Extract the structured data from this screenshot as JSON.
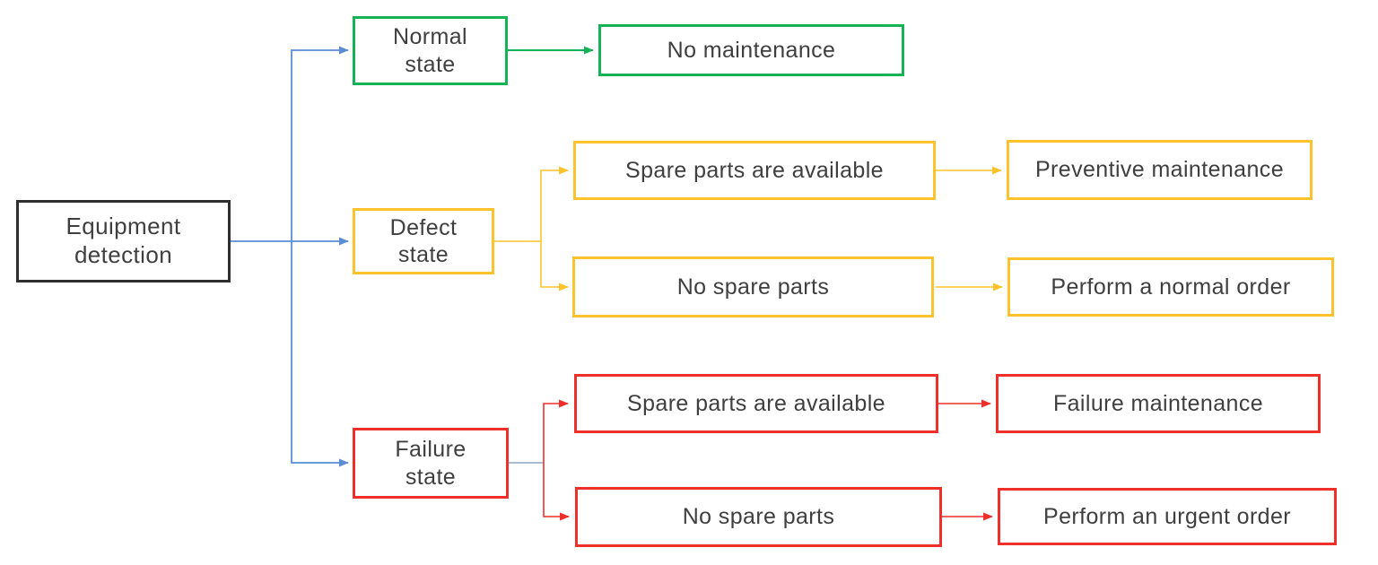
{
  "diagram": {
    "colors": {
      "black": "#2e2e2e",
      "green": "#16b257",
      "yellow": "#fcc32c",
      "red": "#ee2f2a",
      "blue": "#5b8dd6",
      "gray_blue": "#8ea6c4",
      "text": "#3f3f3f",
      "background": "#ffffff"
    },
    "nodes": {
      "equipment": {
        "label": "Equipment\ndetection",
        "color": "#2e2e2e"
      },
      "normal": {
        "label": "Normal\nstate",
        "color": "#16b257"
      },
      "no_maintenance": {
        "label": "No maintenance",
        "color": "#16b257"
      },
      "defect": {
        "label": "Defect\nstate",
        "color": "#fcc32c"
      },
      "defect_spare": {
        "label": "Spare parts are available",
        "color": "#fcc32c"
      },
      "preventive": {
        "label": "Preventive maintenance",
        "color": "#fcc32c"
      },
      "defect_nospare": {
        "label": "No spare parts",
        "color": "#fcc32c"
      },
      "normal_order": {
        "label": "Perform a normal order",
        "color": "#fcc32c"
      },
      "failure": {
        "label": "Failure\nstate",
        "color": "#ee2f2a"
      },
      "failure_spare": {
        "label": "Spare parts are available",
        "color": "#ee2f2a"
      },
      "failure_maintenance": {
        "label": "Failure maintenance",
        "color": "#ee2f2a"
      },
      "failure_nospare": {
        "label": "No spare parts",
        "color": "#ee2f2a"
      },
      "urgent_order": {
        "label": "Perform an urgent order",
        "color": "#ee2f2a"
      }
    },
    "edges": [
      {
        "from": "Equipment detection",
        "to": "Normal state"
      },
      {
        "from": "Equipment detection",
        "to": "Defect state"
      },
      {
        "from": "Equipment detection",
        "to": "Failure state"
      },
      {
        "from": "Normal state",
        "to": "No maintenance"
      },
      {
        "from": "Defect state",
        "to": "Spare parts are available"
      },
      {
        "from": "Defect state",
        "to": "No spare parts"
      },
      {
        "from": "Spare parts are available (defect)",
        "to": "Preventive maintenance"
      },
      {
        "from": "No spare parts (defect)",
        "to": "Perform a normal order"
      },
      {
        "from": "Failure state",
        "to": "Spare parts are available"
      },
      {
        "from": "Failure state",
        "to": "No spare parts"
      },
      {
        "from": "Spare parts are available (failure)",
        "to": "Failure maintenance"
      },
      {
        "from": "No spare parts (failure)",
        "to": "Perform an urgent order"
      }
    ]
  }
}
